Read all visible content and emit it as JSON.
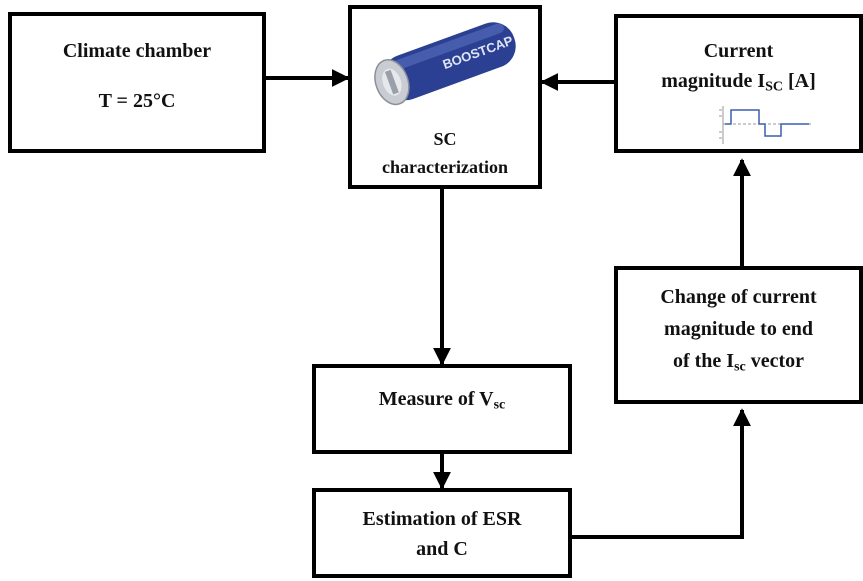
{
  "climate": {
    "title": "Climate chamber",
    "temp": "T = 25°C"
  },
  "sc": {
    "product_label": "BOOSTCAP",
    "line1": "SC",
    "line2": "characterization"
  },
  "current": {
    "line1": "Current",
    "line2_main": "magnitude I",
    "line2_sub": "SC",
    "line2_tail": "[A]"
  },
  "change": {
    "line1": "Change of current",
    "line2": "magnitude to end",
    "line3_main": "of the I",
    "line3_sub": "sc",
    "line3_tail": "vector"
  },
  "measure": {
    "main": "Measure of V",
    "sub": "sc"
  },
  "estimation": {
    "line1": "Estimation of ESR",
    "line2": "and C"
  },
  "colors": {
    "stroke": "#000000",
    "capacitor_body": "#2b3f93",
    "capacitor_cap": "#c9ccd3",
    "waveform": "#3a5fb0"
  }
}
